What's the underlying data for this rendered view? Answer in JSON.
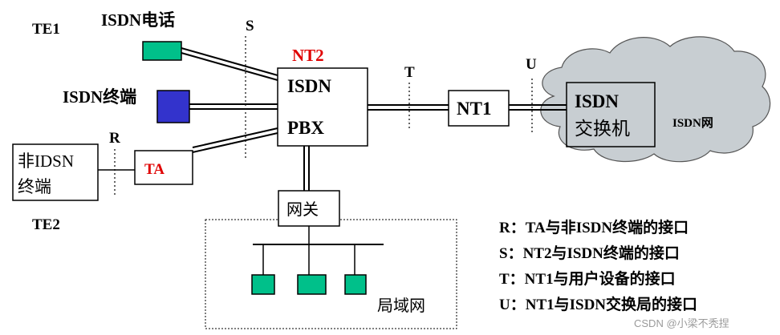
{
  "labels": {
    "te1": "TE1",
    "te2": "TE2",
    "isdn_phone": "ISDN电话",
    "isdn_terminal": "ISDN终端",
    "s_point": "S",
    "r_point": "R",
    "t_point": "T",
    "u_point": "U",
    "nt2": "NT2",
    "pbx_line1": "ISDN",
    "pbx_line2": "PBX",
    "nt1": "NT1",
    "exchange_line1": "ISDN",
    "exchange_line2": "交换机",
    "isdn_network": "ISDN网",
    "non_isdn_line1": "非IDSN",
    "non_isdn_line2": "终端",
    "ta": "TA",
    "gateway": "网关",
    "lan": "局域网"
  },
  "legend": [
    "R：TA与非ISDN终端的接口",
    "S：NT2与ISDN终端的接口",
    "T：NT1与用户设备的接口",
    "U：NT1与ISDN交换局的接口"
  ],
  "watermark": "CSDN @小梁不秃捏",
  "colors": {
    "phone_fill": "#00c08a",
    "terminal_fill": "#3333cc",
    "lan_node_fill": "#00c08a",
    "red_label": "#e00000",
    "cloud_fill": "#c8ced2"
  }
}
